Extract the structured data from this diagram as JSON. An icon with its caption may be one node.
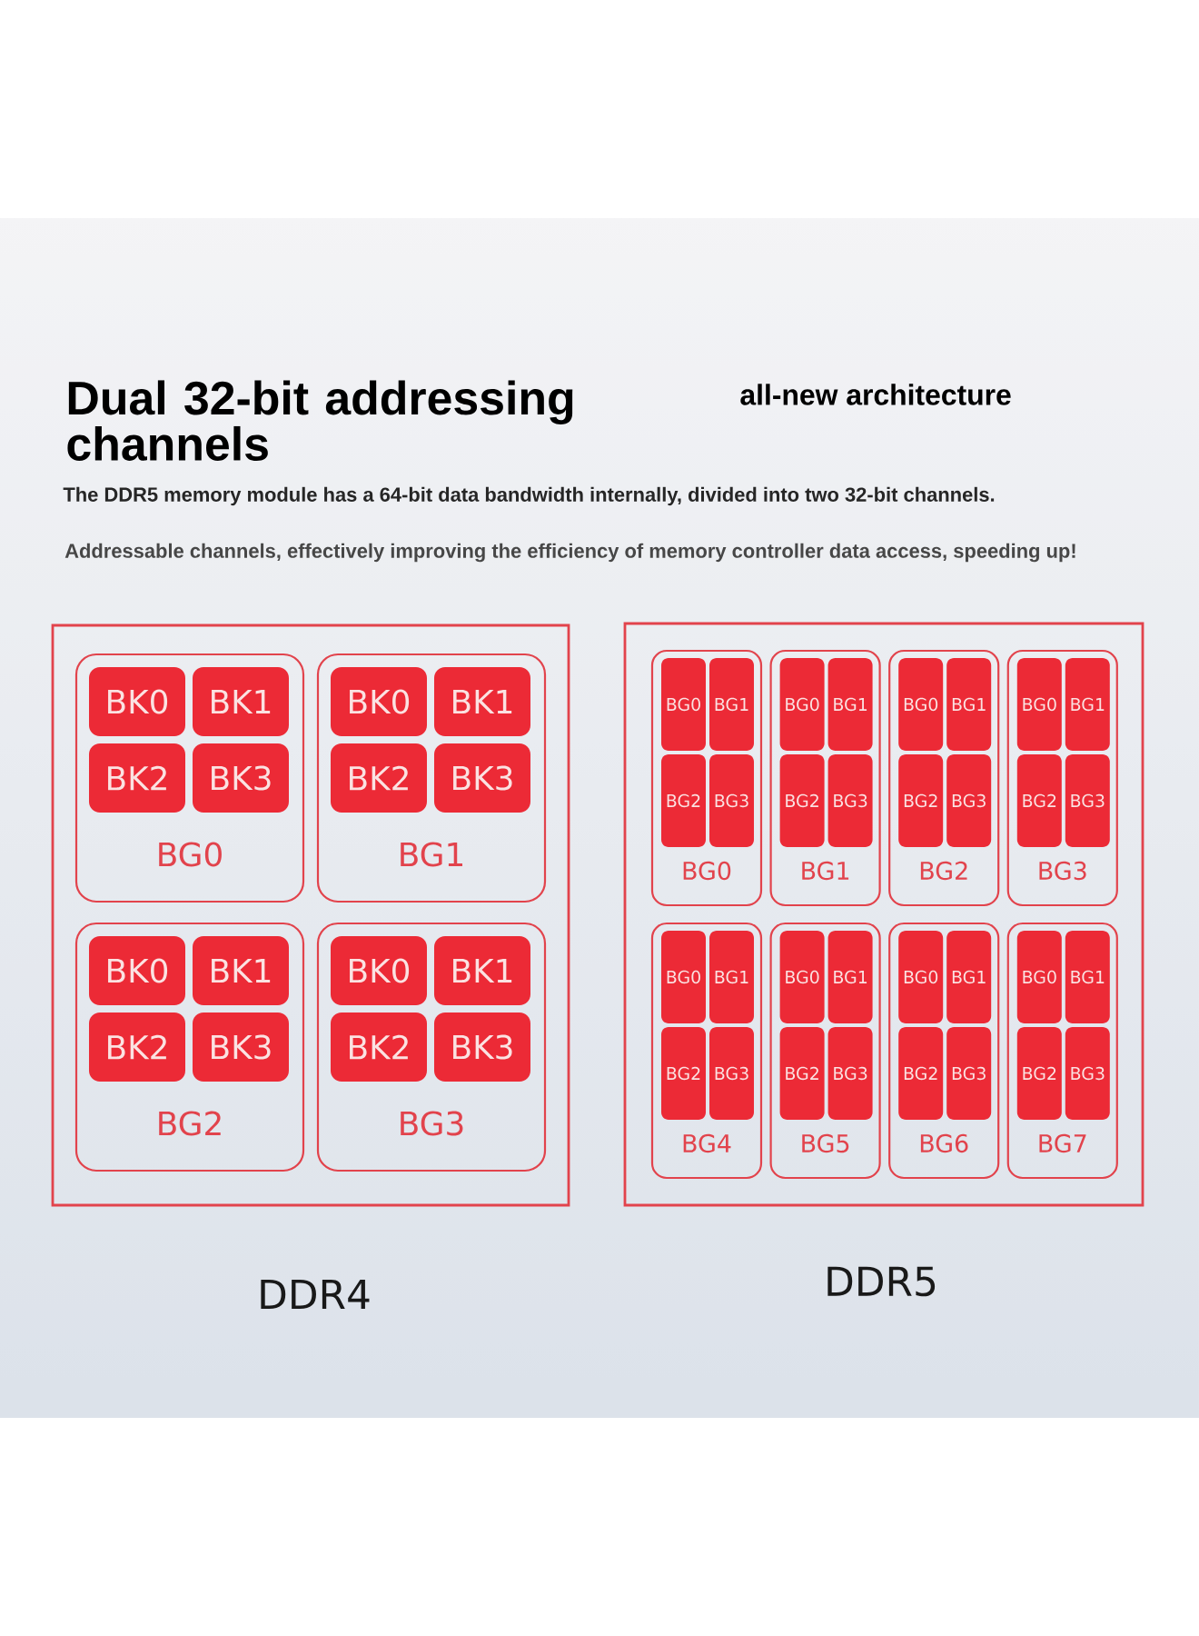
{
  "diagram": {
    "title": "Dual 32-bit addressing channels",
    "nodes": [
      {
        "text": [
          "DDR4"
        ]
      },
      {
        "text": [
          "BG0"
        ],
        "in": 0
      },
      {
        "text": [
          "BK0"
        ],
        "in": 1
      },
      {
        "text": [
          "BK1"
        ],
        "in": 1
      },
      {
        "text": [
          "BK2"
        ],
        "in": 1
      },
      {
        "text": [
          "BK3"
        ],
        "in": 1
      },
      {
        "text": [
          "BG1"
        ],
        "in": 0
      },
      {
        "text": [
          "BK0"
        ],
        "in": 6
      },
      {
        "text": [
          "BK1"
        ],
        "in": 6
      },
      {
        "text": [
          "BK2"
        ],
        "in": 6
      },
      {
        "text": [
          "BK3"
        ],
        "in": 6
      },
      {
        "text": [
          "BG2"
        ],
        "in": 0
      },
      {
        "text": [
          "BK0"
        ],
        "in": 11
      },
      {
        "text": [
          "BK1"
        ],
        "in": 11
      },
      {
        "text": [
          "BK2"
        ],
        "in": 11
      },
      {
        "text": [
          "BK3"
        ],
        "in": 11
      },
      {
        "text": [
          "BG3"
        ],
        "in": 0
      },
      {
        "text": [
          "BK0"
        ],
        "in": 16
      },
      {
        "text": [
          "BK1"
        ],
        "in": 16
      },
      {
        "text": [
          "BK2"
        ],
        "in": 16
      },
      {
        "text": [
          "BK3"
        ],
        "in": 16
      },
      {
        "text": [
          "DDR5"
        ]
      },
      {
        "text": [
          "BG0"
        ],
        "in": 21
      },
      {
        "text": [
          "BG0"
        ],
        "in": 22
      },
      {
        "text": [
          "BG1"
        ],
        "in": 22
      },
      {
        "text": [
          "BG2"
        ],
        "in": 22
      },
      {
        "text": [
          "BG3"
        ],
        "in": 22
      },
      {
        "text": [
          "BG1"
        ],
        "in": 21
      },
      {
        "text": [
          "BG0"
        ],
        "in": 27
      },
      {
        "text": [
          "BG1"
        ],
        "in": 27
      },
      {
        "text": [
          "BG2"
        ],
        "in": 27
      },
      {
        "text": [
          "BG3"
        ],
        "in": 27
      },
      {
        "text": [
          "BG2"
        ],
        "in": 21
      },
      {
        "text": [
          "BG0"
        ],
        "in": 32
      },
      {
        "text": [
          "BG1"
        ],
        "in": 32
      },
      {
        "text": [
          "BG2"
        ],
        "in": 32
      },
      {
        "text": [
          "BG3"
        ],
        "in": 32
      },
      {
        "text": [
          "BG3"
        ],
        "in": 21
      },
      {
        "text": [
          "BG0"
        ],
        "in": 37
      },
      {
        "text": [
          "BG1"
        ],
        "in": 37
      },
      {
        "text": [
          "BG2"
        ],
        "in": 37
      },
      {
        "text": [
          "BG3"
        ],
        "in": 37
      },
      {
        "text": [
          "BG4"
        ],
        "in": 21
      },
      {
        "text": [
          "BG0"
        ],
        "in": 42
      },
      {
        "text": [
          "BG1"
        ],
        "in": 42
      },
      {
        "text": [
          "BG2"
        ],
        "in": 42
      },
      {
        "text": [
          "BG3"
        ],
        "in": 42
      },
      {
        "text": [
          "BG5"
        ],
        "in": 21
      },
      {
        "text": [
          "BG0"
        ],
        "in": 47
      },
      {
        "text": [
          "BG1"
        ],
        "in": 47
      },
      {
        "text": [
          "BG2"
        ],
        "in": 47
      },
      {
        "text": [
          "BG3"
        ],
        "in": 47
      },
      {
        "text": [
          "BG6"
        ],
        "in": 21
      },
      {
        "text": [
          "BG0"
        ],
        "in": 52
      },
      {
        "text": [
          "BG1"
        ],
        "in": 52
      },
      {
        "text": [
          "BG2"
        ],
        "in": 52
      },
      {
        "text": [
          "BG3"
        ],
        "in": 52
      },
      {
        "text": [
          "BG7"
        ],
        "in": 21
      },
      {
        "text": [
          "BG0"
        ],
        "in": 57
      },
      {
        "text": [
          "BG1"
        ],
        "in": 57
      },
      {
        "text": [
          "BG2"
        ],
        "in": 57
      },
      {
        "text": [
          "BG3"
        ],
        "in": 57
      }
    ],
    "labels": [
      "all-new architecture",
      "The DDR5 memory module has a 64-bit data bandwidth internally, divided into two 32-bit channels.",
      "Addressable channels, effectively improving the efficiency of memory controller data access, speeding up!"
    ]
  }
}
